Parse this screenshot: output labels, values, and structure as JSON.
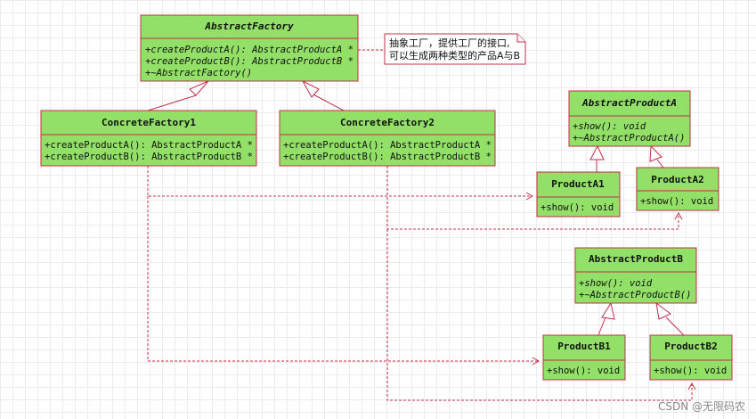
{
  "classes": {
    "abstract_factory": {
      "name": "AbstractFactory",
      "members": [
        "+createProductA(): AbstractProductA *",
        "+createProductB(): AbstractProductB *",
        "+~AbstractFactory()"
      ]
    },
    "concrete_factory_1": {
      "name": "ConcreteFactory1",
      "members": [
        "+createProductA(): AbstractProductA *",
        "+createProductB(): AbstractProductB *"
      ]
    },
    "concrete_factory_2": {
      "name": "ConcreteFactory2",
      "members": [
        "+createProductA(): AbstractProductA *",
        "+createProductB(): AbstractProductB *"
      ]
    },
    "abstract_product_a": {
      "name": "AbstractProductA",
      "members": [
        "+show(): void",
        "+~AbstractProductA()"
      ]
    },
    "product_a1": {
      "name": "ProductA1",
      "members": [
        "+show(): void"
      ]
    },
    "product_a2": {
      "name": "ProductA2",
      "members": [
        "+show(): void"
      ]
    },
    "abstract_product_b": {
      "name": "AbstractProductB",
      "members": [
        "+show(): void",
        "+~AbstractProductB()"
      ]
    },
    "product_b1": {
      "name": "ProductB1",
      "members": [
        "+show(): void"
      ]
    },
    "product_b2": {
      "name": "ProductB2",
      "members": [
        "+show(): void"
      ]
    }
  },
  "note": {
    "lines": [
      "抽象工厂，提供工厂的接口,",
      "可以生成两种类型的产品A与B"
    ]
  },
  "watermark": "CSDN @无限码农",
  "colors": {
    "box_fill": "#92e067",
    "stroke": "#c0304a",
    "grid": "#ececec"
  }
}
